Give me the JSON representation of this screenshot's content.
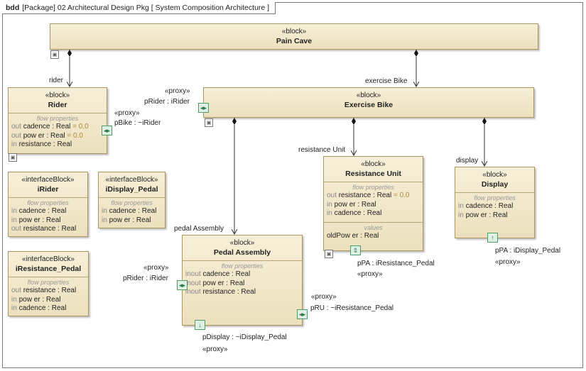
{
  "frame": {
    "kind": "bdd",
    "label": "[Package] 02 Architectural Design Pkg [ System Composition Architecture ]"
  },
  "blocks": {
    "pain_cave": {
      "stereotype": "«block»",
      "name": "Pain Cave"
    },
    "rider": {
      "stereotype": "«block»",
      "name": "Rider",
      "compartment": "flow properties",
      "rows": [
        {
          "dir": "out",
          "text": "cadence : Real",
          "default": " = 0.0"
        },
        {
          "dir": "out",
          "text": "pow er : Real",
          "default": " = 0.0"
        },
        {
          "dir": "in",
          "text": "resistance : Real",
          "default": ""
        }
      ]
    },
    "exercise_bike": {
      "stereotype": "«block»",
      "name": "Exercise Bike"
    },
    "irider": {
      "stereotype": "«interfaceBlock»",
      "name": "iRider",
      "compartment": "flow properties",
      "rows": [
        {
          "dir": "in",
          "text": "cadence : Real"
        },
        {
          "dir": "in",
          "text": "pow er : Real"
        },
        {
          "dir": "out",
          "text": "resistance : Real"
        }
      ]
    },
    "idisplay_pedal": {
      "stereotype": "«interfaceBlock»",
      "name": "iDisplay_Pedal",
      "compartment": "flow properties",
      "rows": [
        {
          "dir": "in",
          "text": "cadence : Real"
        },
        {
          "dir": "in",
          "text": "pow er : Real"
        }
      ]
    },
    "iresistance_pedal": {
      "stereotype": "«interfaceBlock»",
      "name": "iResistance_Pedal",
      "compartment": "flow properties",
      "rows": [
        {
          "dir": "out",
          "text": "resistance : Real"
        },
        {
          "dir": "in",
          "text": "pow er : Real"
        },
        {
          "dir": "in",
          "text": "cadence : Real"
        }
      ]
    },
    "resistance_unit": {
      "stereotype": "«block»",
      "name": "Resistance Unit",
      "compartment": "flow properties",
      "rows": [
        {
          "dir": "out",
          "text": "resistance : Real",
          "default": " = 0.0"
        },
        {
          "dir": "in",
          "text": "pow er : Real",
          "default": ""
        },
        {
          "dir": "in",
          "text": "cadence : Real",
          "default": ""
        }
      ],
      "values_title": "values",
      "values": [
        "oldPow er : Real"
      ]
    },
    "display": {
      "stereotype": "«block»",
      "name": "Display",
      "compartment": "flow properties",
      "rows": [
        {
          "dir": "in",
          "text": "cadence : Real"
        },
        {
          "dir": "in",
          "text": "pow er : Real"
        }
      ]
    },
    "pedal_assembly": {
      "stereotype": "«block»",
      "name": "Pedal Assembly",
      "compartment": "flow properties",
      "rows": [
        {
          "dir": "inout",
          "text": "cadence : Real"
        },
        {
          "dir": "inout",
          "text": "pow er : Real"
        },
        {
          "dir": "inout",
          "text": "resistance : Real"
        }
      ]
    }
  },
  "roles": {
    "rider": "rider",
    "exercise_bike": "exercise Bike",
    "resistance_unit": "resistance Unit",
    "display": "display",
    "pedal_assembly": "pedal Assembly"
  },
  "ports": {
    "proxy": "«proxy»",
    "rider_pbike": "pBike : ~iRider",
    "bike_prider": "pRider : iRider",
    "ru_ppa": "pPA : iResistance_Pedal",
    "display_ppa": "pPA : iDisplay_Pedal",
    "pa_prider": "pRider : iRider",
    "pa_pru": "pRU : ~iResistance_Pedal",
    "pa_pdisplay": "pDisplay : ~iDisplay_Pedal"
  },
  "port_glyphs": {
    "bidir": "◂▸",
    "up": "↑",
    "down": "↓",
    "updown": "⇕"
  },
  "icon_glyph": "▣"
}
